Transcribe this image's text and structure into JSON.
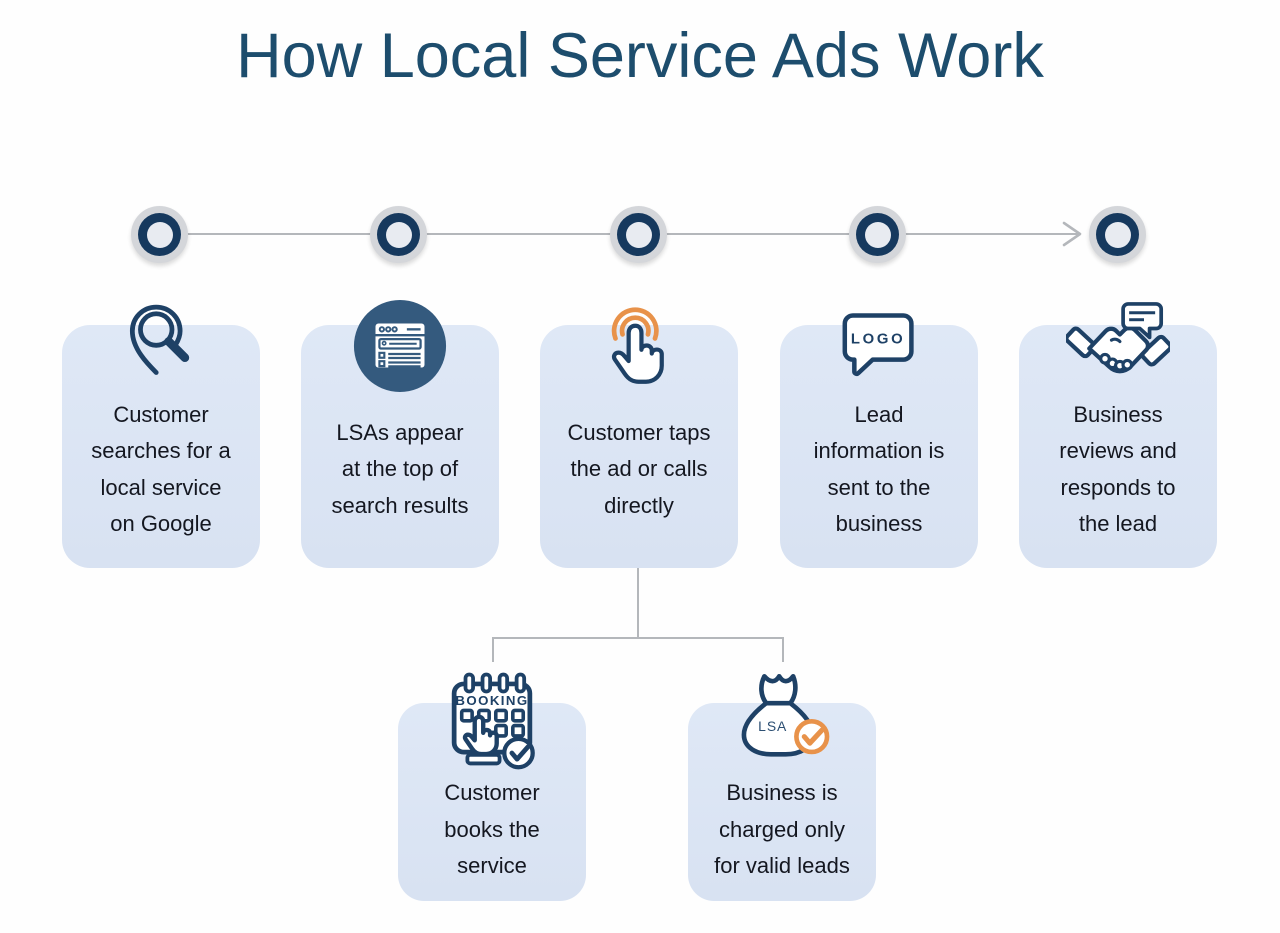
{
  "title": "How Local Service Ads Work",
  "colors": {
    "title_text": "#1d4d6d",
    "card_background": "#dbe5f4",
    "icon_navy": "#1e4166",
    "icon_circle_fill": "#345a7e",
    "accent_orange": "#e8924a",
    "timeline_ring": "#16395e",
    "connector_gray": "#b4b7bb",
    "body_text": "#141720"
  },
  "timeline": {
    "node_count": 5
  },
  "steps": [
    {
      "icon": "search-location-icon",
      "text": "Customer\nsearches for a\nlocal service\non Google"
    },
    {
      "icon": "browser-search-results-icon",
      "text": "LSAs appear\nat the top of\nsearch results"
    },
    {
      "icon": "tap-hand-icon",
      "text": "Customer taps\nthe ad or calls\ndirectly"
    },
    {
      "icon": "logo-speech-bubble-icon",
      "icon_label": "LOGO",
      "text": "Lead\ninformation is\nsent to the\nbusiness"
    },
    {
      "icon": "handshake-chat-icon",
      "text": "Business\nreviews and\nresponds to\nthe lead"
    }
  ],
  "branches": [
    {
      "icon": "booking-calendar-icon",
      "icon_label": "BOOKING",
      "text": "Customer\nbooks the\nservice"
    },
    {
      "icon": "money-bag-check-icon",
      "icon_label": "LSA",
      "text": "Business is\ncharged only\nfor valid leads"
    }
  ]
}
